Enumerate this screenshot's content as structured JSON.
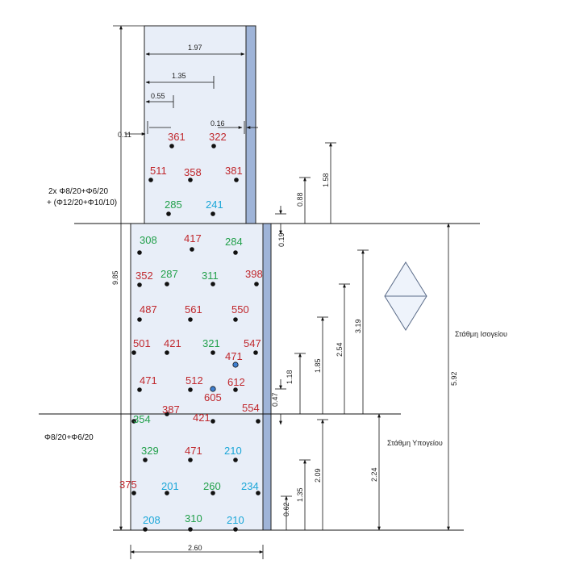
{
  "colors": {
    "red": "#c0282d",
    "green": "#22a04b",
    "cyan": "#1aa6d8",
    "wall": "#e8eef8",
    "edge": "#9fb4d8",
    "outline": "#222222"
  },
  "labels": {
    "upper_reinforcement_1": "2x Φ8/20+Φ6/20",
    "upper_reinforcement_2": "+ (Φ12/20+Φ10/10)",
    "lower_reinforcement": "Φ8/20+Φ6/20",
    "level_ground": "Στάθμη Ισογείου",
    "level_basement": "Στάθμη Υπογείου"
  },
  "dimensions": {
    "d197": "1.97",
    "d135": "1.35",
    "d055": "0.55",
    "d016": "0.16",
    "d011": "0.11",
    "d985": "9.85",
    "d158": "1.58",
    "d088": "0.88",
    "d019": "0.19",
    "d319": "3.19",
    "d254": "2.54",
    "d185": "1.85",
    "d118": "1.18",
    "d047": "0.47",
    "d592": "5.92",
    "d224": "2.24",
    "d209": "2.09",
    "d135b": "1.35",
    "d062": "0.62",
    "d260": "2.60"
  },
  "measurements": [
    {
      "v": "361",
      "c": "red"
    },
    {
      "v": "322",
      "c": "red"
    },
    {
      "v": "511",
      "c": "red"
    },
    {
      "v": "358",
      "c": "red"
    },
    {
      "v": "381",
      "c": "red"
    },
    {
      "v": "285",
      "c": "green"
    },
    {
      "v": "241",
      "c": "cyan"
    },
    {
      "v": "308",
      "c": "green"
    },
    {
      "v": "417",
      "c": "red"
    },
    {
      "v": "284",
      "c": "green"
    },
    {
      "v": "352",
      "c": "red"
    },
    {
      "v": "287",
      "c": "green"
    },
    {
      "v": "311",
      "c": "green"
    },
    {
      "v": "398",
      "c": "red"
    },
    {
      "v": "487",
      "c": "red"
    },
    {
      "v": "561",
      "c": "red"
    },
    {
      "v": "550",
      "c": "red"
    },
    {
      "v": "501",
      "c": "red"
    },
    {
      "v": "421",
      "c": "red"
    },
    {
      "v": "321",
      "c": "green"
    },
    {
      "v": "547",
      "c": "red"
    },
    {
      "v": "471",
      "c": "red"
    },
    {
      "v": "471",
      "c": "red"
    },
    {
      "v": "512",
      "c": "red"
    },
    {
      "v": "612",
      "c": "red"
    },
    {
      "v": "605",
      "c": "red"
    },
    {
      "v": "387",
      "c": "red"
    },
    {
      "v": "421",
      "c": "red"
    },
    {
      "v": "554",
      "c": "red"
    },
    {
      "v": "354",
      "c": "green"
    },
    {
      "v": "329",
      "c": "green"
    },
    {
      "v": "471",
      "c": "red"
    },
    {
      "v": "210",
      "c": "cyan"
    },
    {
      "v": "375",
      "c": "red"
    },
    {
      "v": "201",
      "c": "cyan"
    },
    {
      "v": "260",
      "c": "green"
    },
    {
      "v": "234",
      "c": "cyan"
    },
    {
      "v": "208",
      "c": "cyan"
    },
    {
      "v": "310",
      "c": "green"
    },
    {
      "v": "210",
      "c": "cyan"
    }
  ]
}
